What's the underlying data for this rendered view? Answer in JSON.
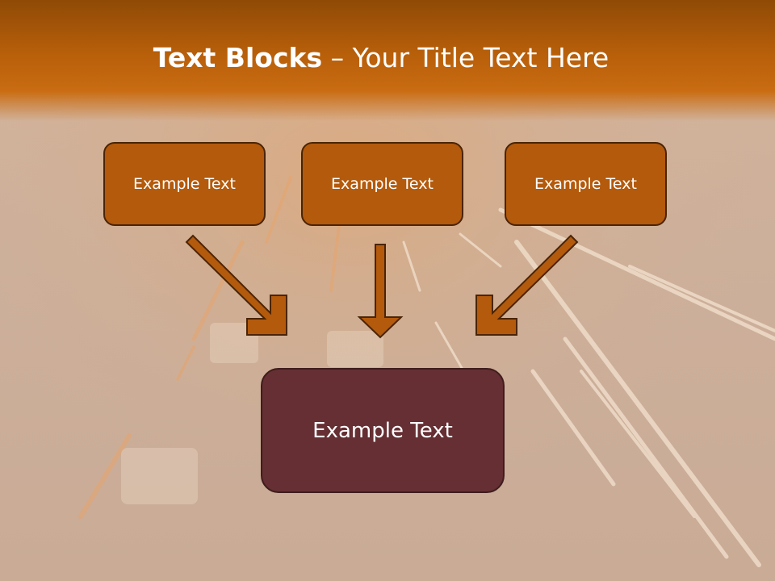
{
  "title": {
    "bold": "Text Blocks",
    "dash": " – ",
    "rest": "Your Title Text Here"
  },
  "boxes": {
    "left": "Example Text",
    "center": "Example Text",
    "right": "Example Text",
    "bottom": "Example Text"
  },
  "colors": {
    "title_band": "#b85f0a",
    "box_fill": "#b35a0c",
    "box_border": "#4a2406",
    "bottom_box_fill": "#652f33",
    "arrow": "#b35a0c"
  }
}
